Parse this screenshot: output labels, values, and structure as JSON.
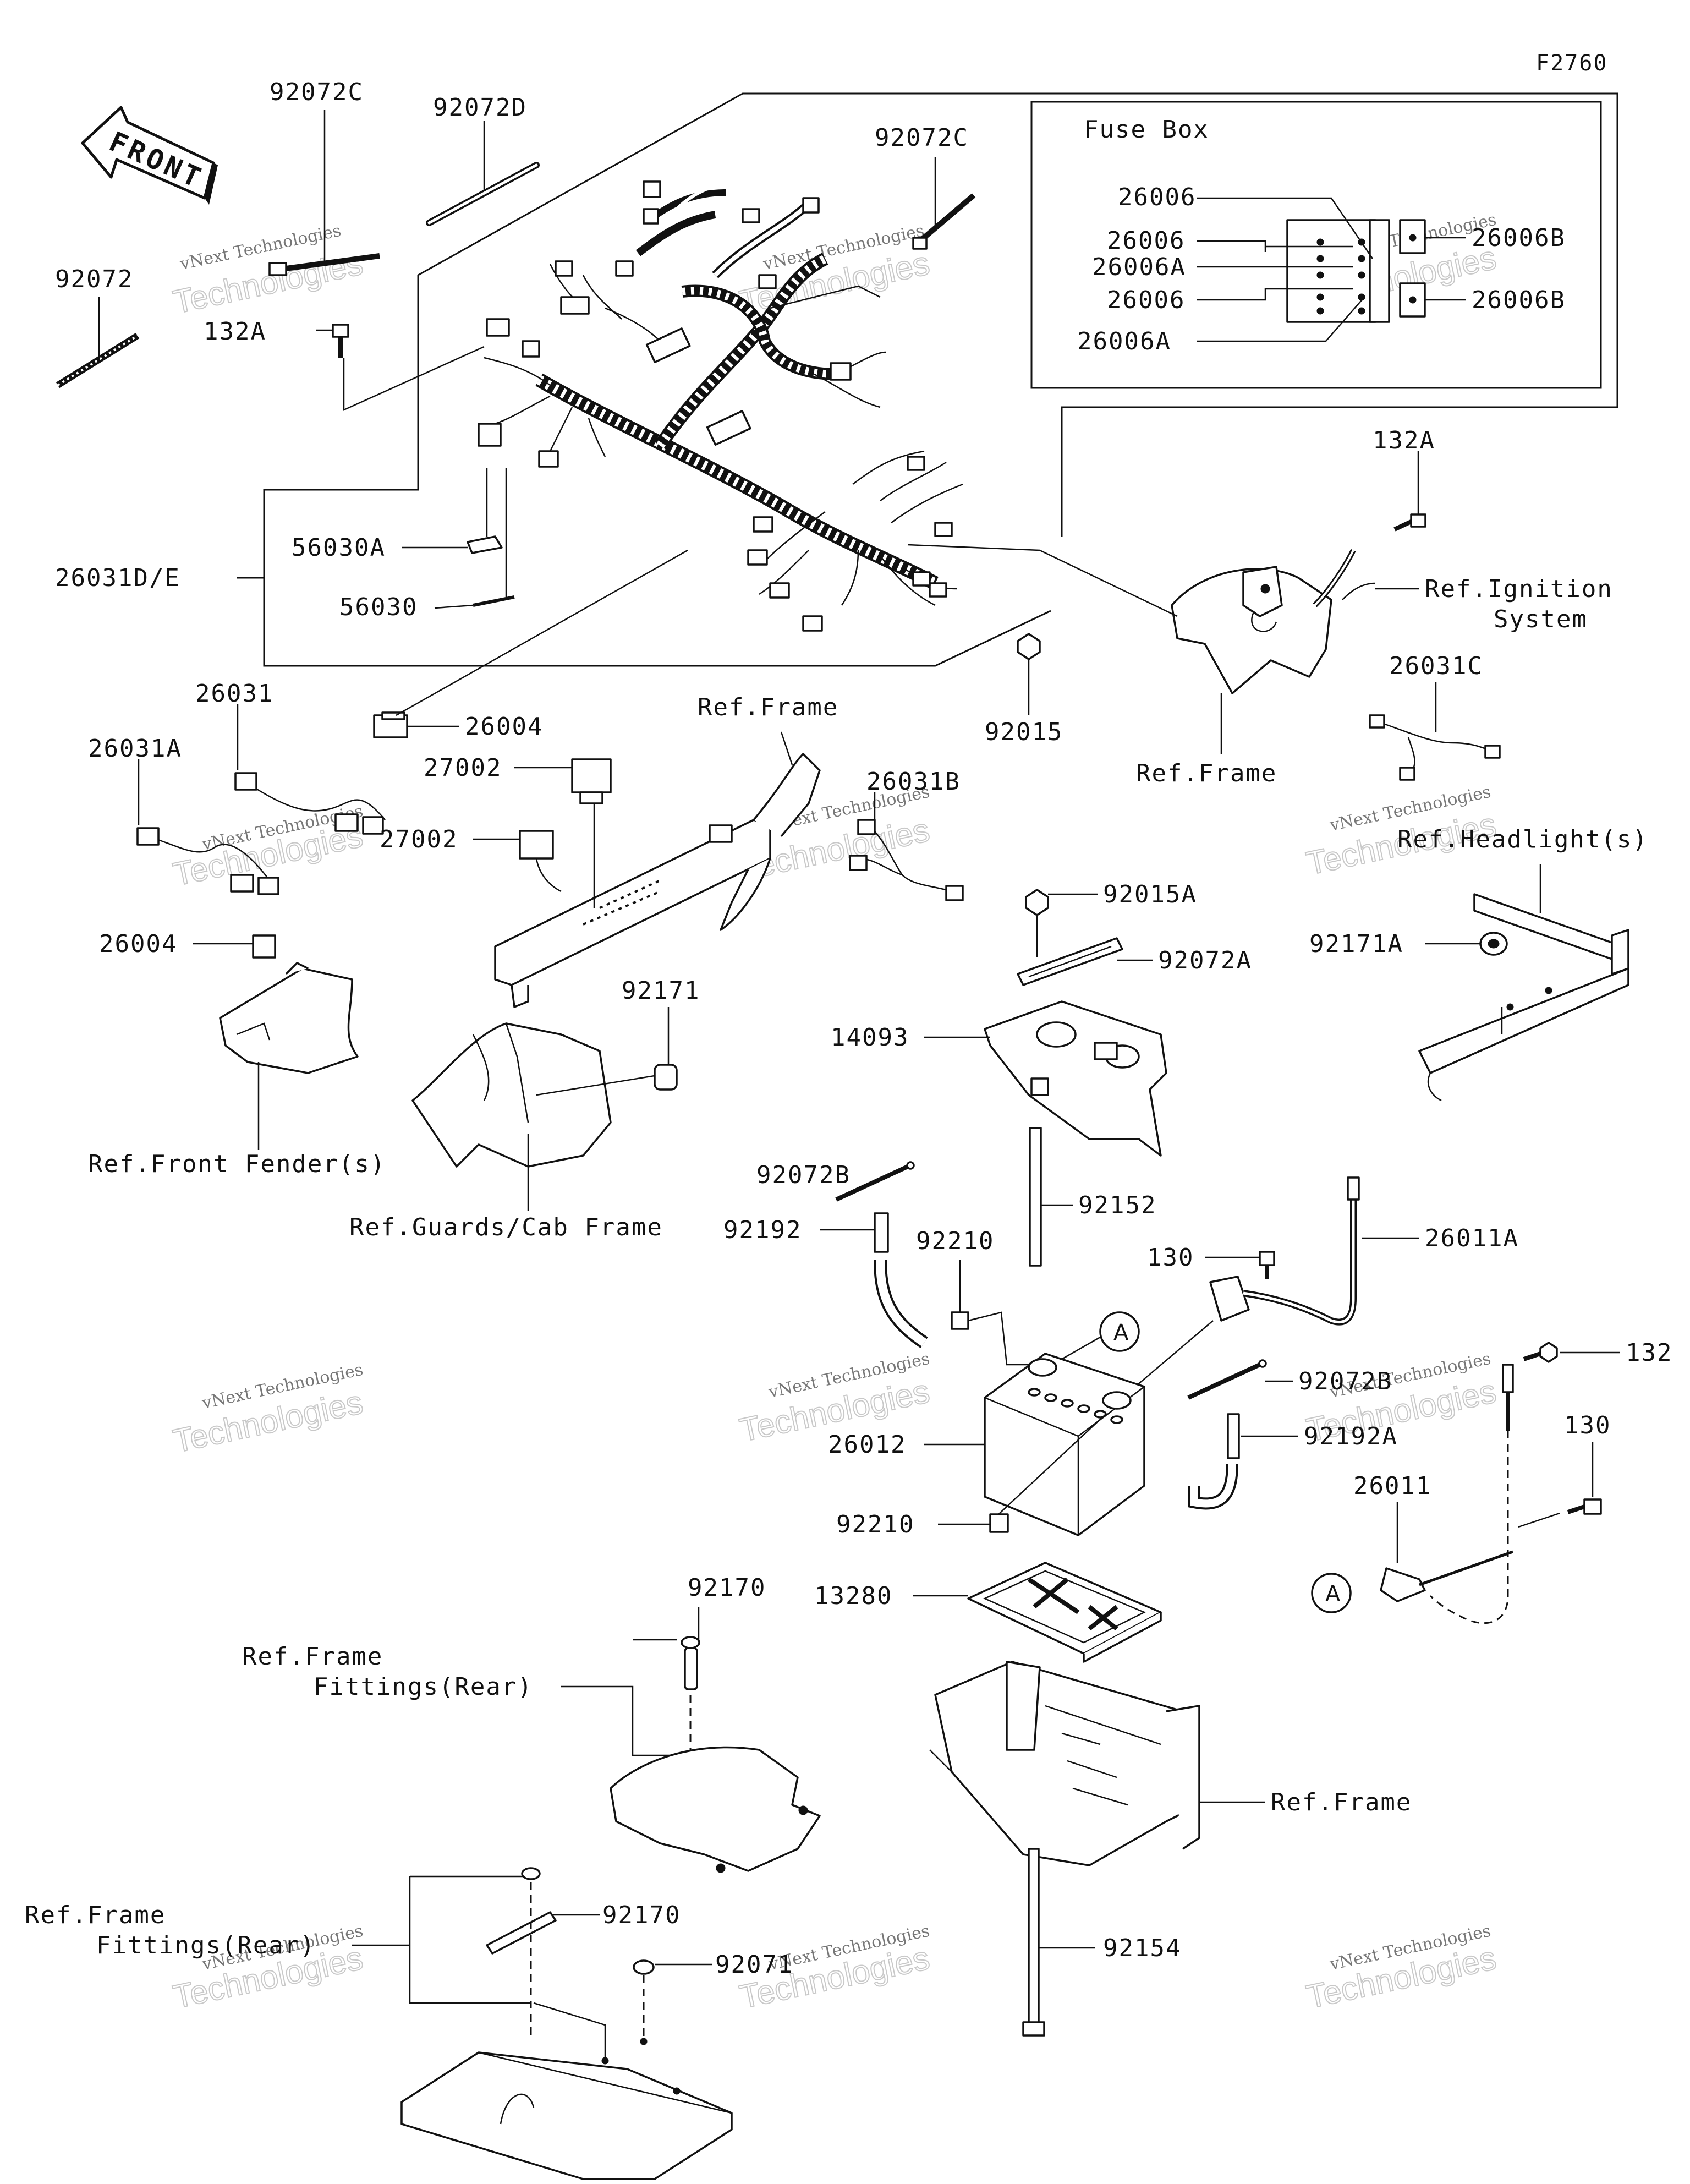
{
  "figure_code": "F2760",
  "front_arrow": "FRONT",
  "fuse_box": {
    "title": "Fuse Box"
  },
  "watermark": {
    "line1": "vNext Technologies",
    "line2": "vNext",
    "line3": "Technologies"
  },
  "circle_marker": "A",
  "labels": {
    "p92072C_a": "92072C",
    "p92072D": "92072D",
    "p92072C_b": "92072C",
    "p92072": "92072",
    "p132A_a": "132A",
    "p26031DE": "26031D/E",
    "p56030A": "56030A",
    "p56030": "56030",
    "p26004_a": "26004",
    "p92015": "92015",
    "p132A_b": "132A",
    "ref_ignition_1": "Ref.Ignition",
    "ref_ignition_2": "System",
    "ref_frame_a": "Ref.Frame",
    "p26031C": "26031C",
    "ref_headlights": "Ref.Headlight(s)",
    "p92171A": "92171A",
    "p26031": "26031",
    "p26031A": "26031A",
    "p27002_a": "27002",
    "p27002_b": "27002",
    "ref_frame_b": "Ref.Frame",
    "p26031B": "26031B",
    "p26004_b": "26004",
    "ref_front_fender": "Ref.Front Fender(s)",
    "p92171": "92171",
    "ref_guards": "Ref.Guards/Cab Frame",
    "p92015A": "92015A",
    "p92072A": "92072A",
    "p14093": "14093",
    "p92072B_a": "92072B",
    "p92152": "92152",
    "p92192": "92192",
    "p92210_a": "92210",
    "p130_a": "130",
    "p26011A": "26011A",
    "p92072B_b": "92072B",
    "p132": "132",
    "p26012": "26012",
    "p92192A": "92192A",
    "p130_b": "130",
    "p26011": "26011",
    "p92210_b": "92210",
    "p13280": "13280",
    "p92170_a": "92170",
    "ref_frame_fit_a1": "Ref.Frame",
    "ref_frame_fit_a2": "Fittings(Rear)",
    "ref_frame_c": "Ref.Frame",
    "ref_frame_fit_b1": "Ref.Frame",
    "ref_frame_fit_b2": "Fittings(Rear)",
    "p92170_b": "92170",
    "p92071": "92071",
    "p92154": "92154",
    "fuse_26006_1": "26006",
    "fuse_26006_2": "26006",
    "fuse_26006A_1": "26006A",
    "fuse_26006_3": "26006",
    "fuse_26006A_2": "26006A",
    "fuse_26006B_1": "26006B",
    "fuse_26006B_2": "26006B"
  }
}
